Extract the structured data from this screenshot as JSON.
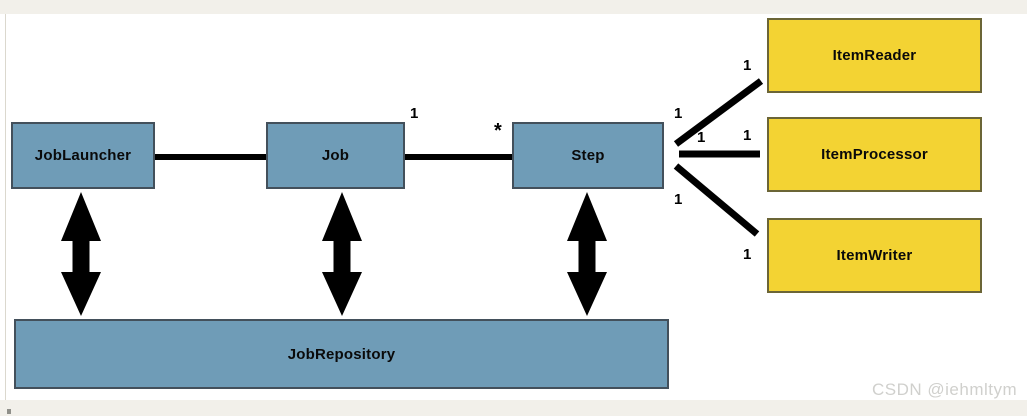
{
  "diagram": {
    "nodes": {
      "job_launcher": {
        "label": "JobLauncher"
      },
      "job": {
        "label": "Job"
      },
      "step": {
        "label": "Step"
      },
      "job_repository": {
        "label": "JobRepository"
      },
      "item_reader": {
        "label": "ItemReader"
      },
      "item_processor": {
        "label": "ItemProcessor"
      },
      "item_writer": {
        "label": "ItemWriter"
      }
    },
    "edges": {
      "job_to_step": {
        "from_label": "1",
        "to_label": "*"
      },
      "step_to_reader": {
        "from_label": "1",
        "to_label": "1"
      },
      "step_to_processor": {
        "from_label": "1",
        "to_label": "1"
      },
      "step_to_writer": {
        "from_label": "1",
        "to_label": "1"
      }
    },
    "colors": {
      "node_blue": "#6f9cb7",
      "node_blue_border": "#43505b",
      "node_yellow": "#f3d333",
      "node_yellow_border": "#6b6536",
      "edge_black": "#000000",
      "page_strip": "#f2f0ea",
      "watermark_gray": "#d0d0cd"
    }
  },
  "watermark": {
    "text": "CSDN @iehmltym"
  }
}
